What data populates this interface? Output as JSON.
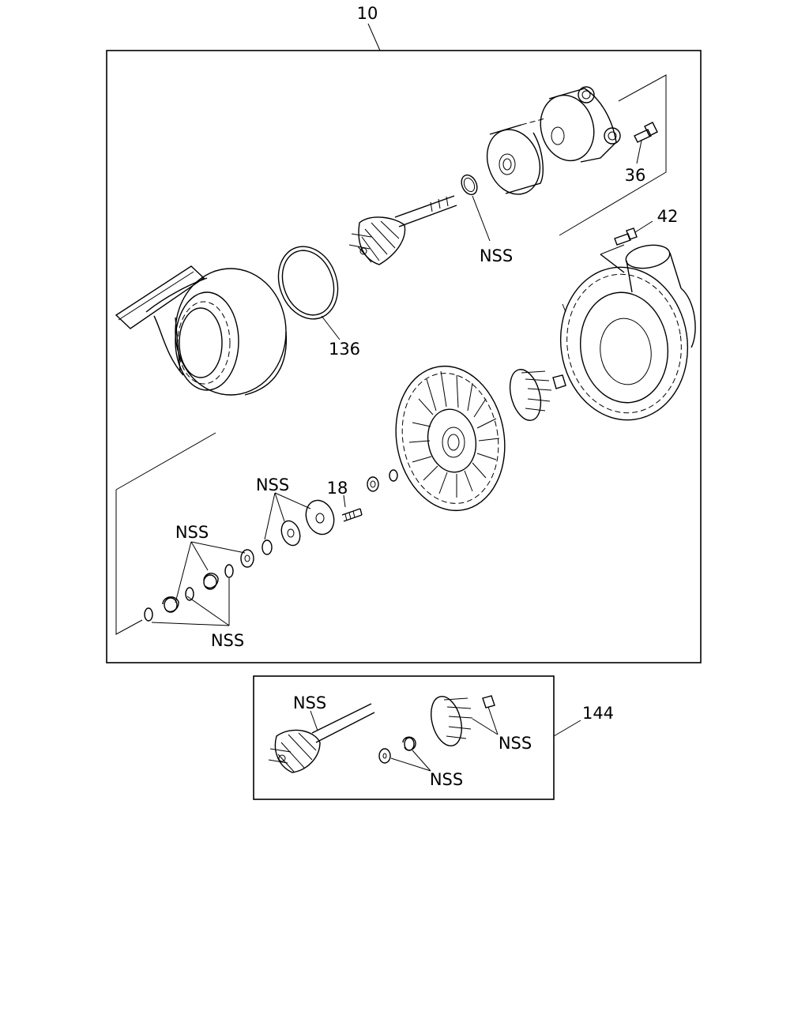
{
  "callouts": {
    "assembly": "10",
    "bolt_top": "36",
    "bolt_right": "42",
    "oring_large": "136",
    "seal_shaft": "NSS",
    "screw": "18",
    "seal_group_upper": "NSS",
    "ring_group_upper": "NSS",
    "ring_group_lower": "NSS",
    "kit": "144",
    "kit_wheel": "NSS",
    "kit_impeller": "NSS",
    "kit_washer": "NSS"
  }
}
